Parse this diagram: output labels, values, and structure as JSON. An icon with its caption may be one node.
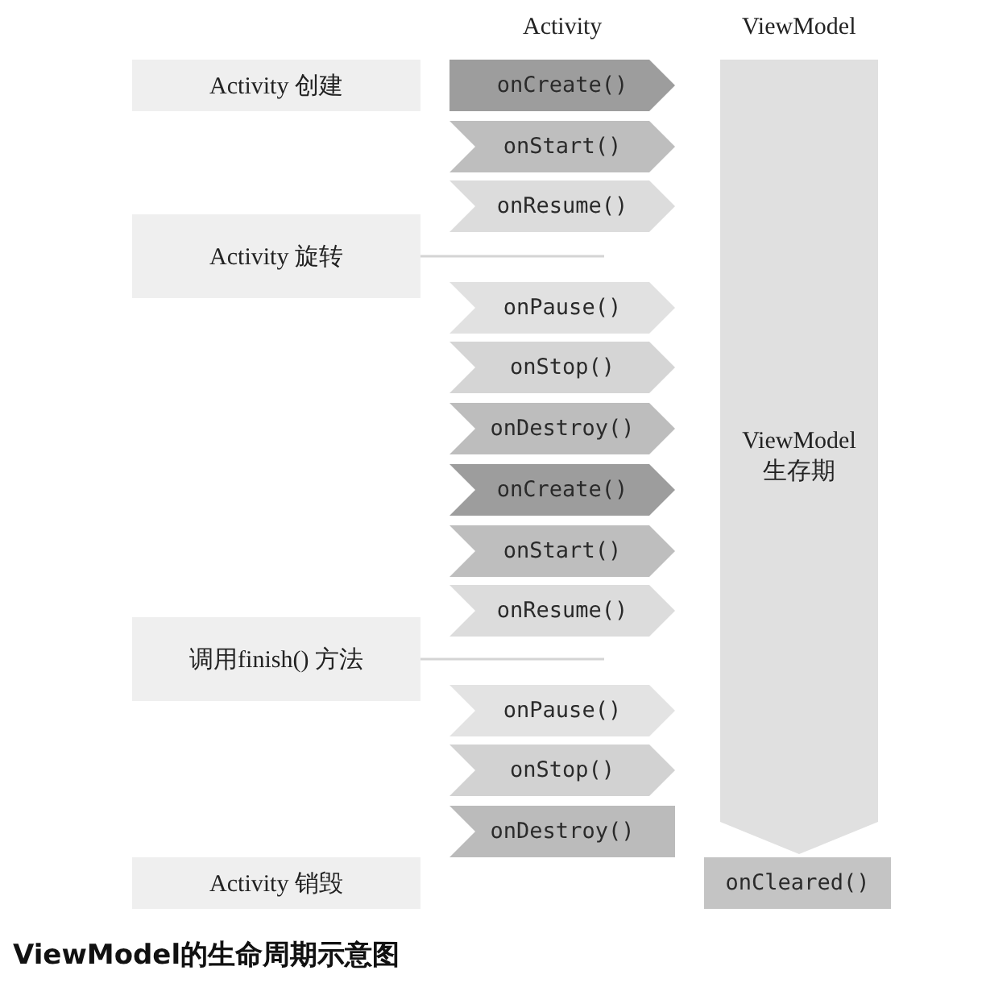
{
  "diagram": {
    "caption": "ViewModel的生命周期示意图",
    "nodes": [
      {
        "text": [
          "Activity 创建"
        ]
      },
      {
        "text": [
          "Activity 旋转"
        ]
      },
      {
        "text": [
          "调用finish() 方法"
        ]
      },
      {
        "text": [
          "Activity 销毁"
        ]
      },
      {
        "text": [
          "onCreate()"
        ]
      },
      {
        "text": [
          "onStart()"
        ]
      },
      {
        "text": [
          "onResume()"
        ]
      },
      {
        "text": [
          "onPause()"
        ]
      },
      {
        "text": [
          "onStop()"
        ]
      },
      {
        "text": [
          "onDestroy()"
        ]
      },
      {
        "text": [
          "onCreate()"
        ]
      },
      {
        "text": [
          "onStart()"
        ]
      },
      {
        "text": [
          "onResume()"
        ]
      },
      {
        "text": [
          "onPause()"
        ]
      },
      {
        "text": [
          "onStop()"
        ]
      },
      {
        "text": [
          "onDestroy()"
        ]
      },
      {
        "text": [
          "ViewModel 生存期"
        ]
      },
      {
        "text": [
          "onCleared()"
        ]
      }
    ],
    "edges": [
      {
        "from": 1,
        "to": null,
        "arrow": "none"
      },
      {
        "from": 2,
        "to": null,
        "arrow": "none"
      }
    ],
    "labels": [
      "Activity",
      "ViewModel"
    ]
  }
}
